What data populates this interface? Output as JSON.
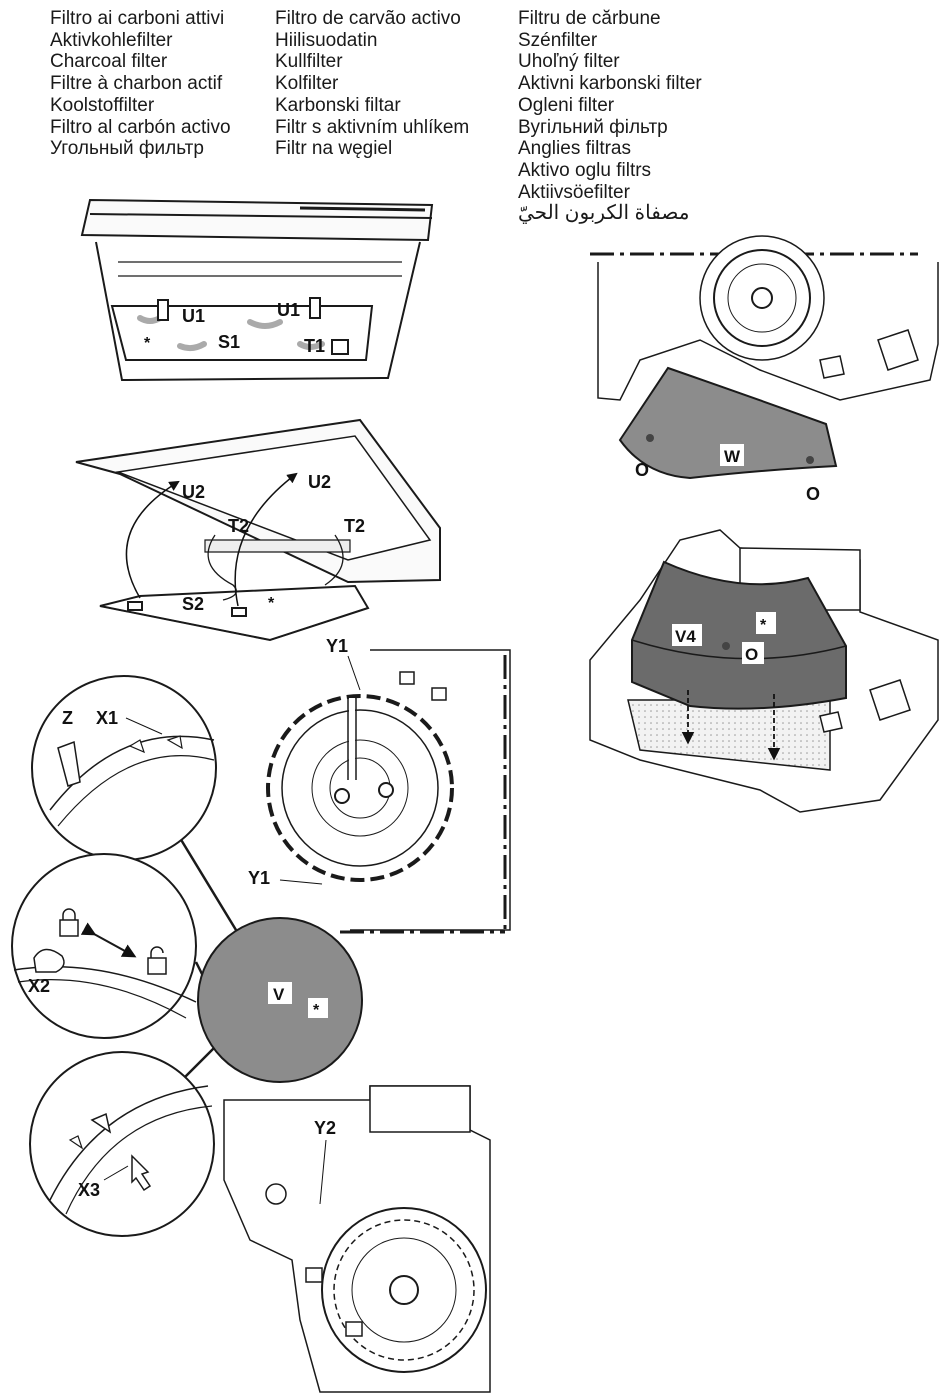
{
  "languages": {
    "col_a": [
      "Filtro ai carboni attivi",
      "Aktivkohlefilter",
      "Charcoal filter",
      "Filtre à charbon actif",
      "Koolstoffilter",
      "Filtro al carbón activo",
      "Угольный фильтр"
    ],
    "col_b": [
      "Filtro de carvão activo",
      "Hiilisuodatin",
      "Kullfilter",
      "Kolfilter",
      "Karbonski filtar",
      "Filtr s aktivním uhlíkem",
      "Filtr na węgiel"
    ],
    "col_c": [
      "Filtru de cărbune",
      "Szénfilter",
      "Uhoľný filter",
      "Aktivni karbonski filter",
      "Ogleni filter",
      "Вугільний фільтр",
      "Anglies filtras",
      "Aktivo oglu filtrs",
      "Aktiivsöefilter",
      "مصفاة الكربون الحيّ"
    ]
  },
  "labels": {
    "u1_left": "U1",
    "u1_right": "U1",
    "s1": "S1",
    "t1": "T1",
    "star": "*",
    "u2_left": "U2",
    "u2_right": "U2",
    "t2_left": "T2",
    "t2_right": "T2",
    "s2": "S2",
    "w": "W",
    "o": "O",
    "v4": "V4",
    "y1": "Y1",
    "z": "Z",
    "x1": "X1",
    "x2": "X2",
    "x3": "X3",
    "v": "V",
    "y2": "Y2"
  },
  "colors": {
    "filter_grey": "#8c8c8c",
    "filter_dark": "#6b6b6b",
    "line": "#1a1a1a"
  }
}
